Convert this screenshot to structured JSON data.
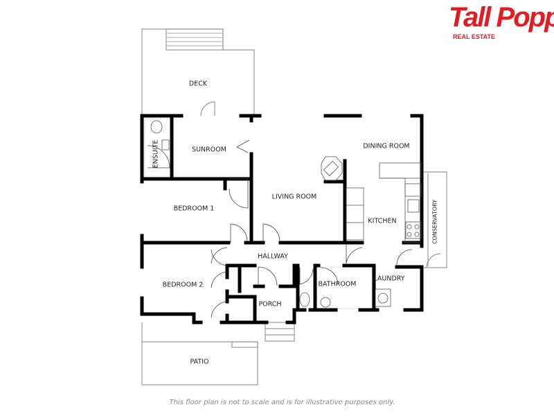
{
  "brand": {
    "name": "Tall Poppy",
    "tagline": "REAL ESTATE",
    "color": "#e31b23"
  },
  "rooms": {
    "deck": "DECK",
    "sunroom": "SUNROOM",
    "ensuite": "ENSUITE",
    "bedroom1": "BEDROOM 1",
    "living_room": "LIVING ROOM",
    "dining_room": "DINING ROOM",
    "kitchen": "KITCHEN",
    "conservatory": "CONSERVATORY",
    "hallway": "HALLWAY",
    "bedroom2": "BEDROOM 2",
    "bathroom": "BATHROOM",
    "laundry": "LAUNDRY",
    "porch": "PORCH",
    "patio": "PATIO"
  },
  "disclaimer": "This floor plan is not to scale and is for illustrative purposes only.",
  "colors": {
    "wall": "#000000",
    "outline": "#999999"
  }
}
